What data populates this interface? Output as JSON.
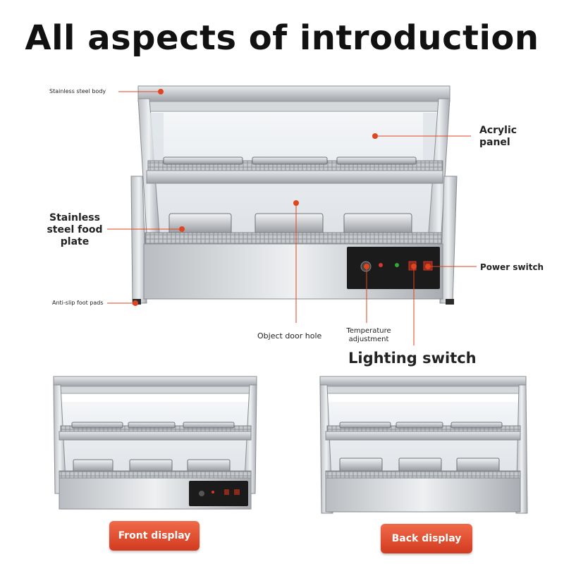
{
  "title": "All aspects of introduction",
  "callouts": {
    "body": "Stainless steel body",
    "acrylic_line1": "Acrylic",
    "acrylic_line2": "panel",
    "plate_line1": "Stainless",
    "plate_line2": "steel food",
    "plate_line3": "plate",
    "power": "Power switch",
    "foot": "Anti-slip foot pads",
    "door": "Object door hole",
    "temp_line1": "Temperature",
    "temp_line2": "adjustment",
    "lighting": "Lighting switch"
  },
  "buttons": {
    "front": "Front display",
    "back": "Back display"
  },
  "colors": {
    "accent": "#e0451f",
    "steel": "#c9ccd0",
    "panel": "#1b1b1b"
  }
}
